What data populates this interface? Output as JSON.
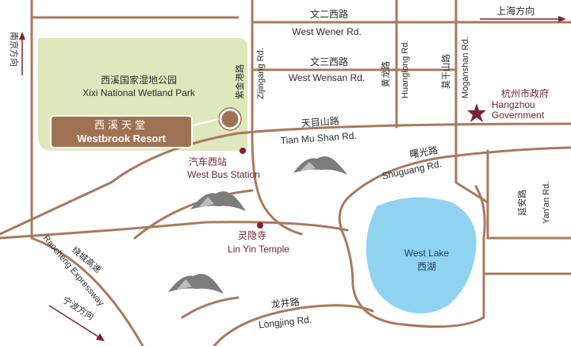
{
  "colors": {
    "road": "#a9795c",
    "park": "#dfe8bd",
    "lake": "#8fd3f1",
    "marker": "#7b2337",
    "resort_box": "#a07254"
  },
  "park": {
    "cn": "西溪国家湿地公园",
    "en": "Xixi National Wetland Park"
  },
  "resort": {
    "cn": "西溪天堂",
    "en": "Westbrook Resort"
  },
  "roads": {
    "wener_cn": "文二西路",
    "wener_en": "West Wener Rd.",
    "wensan_cn": "文三西路",
    "wensan_en": "West Wensan Rd.",
    "tianmushan_cn": "天目山路",
    "tianmushan_en": "Tian Mu Shan Rd.",
    "zijingang_cn": "紫金港路",
    "zijingang_en": "Zijingang Rd.",
    "huanglong_cn": "黄龙路",
    "huanglong_en": "Huanglong Rd.",
    "moganshan_cn": "莫干山路",
    "moganshan_en": "Moganshan Rd.",
    "shuguang_cn": "曙光路",
    "shuguang_en": "Shuguang Rd.",
    "yanan_cn": "延安路",
    "yanan_en": "Yan'an Rd.",
    "longjing_cn": "龙井路",
    "longjing_en": "Longjing Rd.",
    "raocheng_cn": "绕城高速",
    "raocheng_en": "Raocheng Expressway"
  },
  "directions": {
    "nanjing": "南京方向",
    "shanghai": "上海方向",
    "ningbo": "宁波方向"
  },
  "pois": {
    "government_cn": "杭州市政府",
    "government_en1": "Hangzhou",
    "government_en2": "Government",
    "bus_station_cn": "汽车西站",
    "bus_station_en": "West Bus Station",
    "temple_cn": "灵隐寺",
    "temple_en": "Lin Yin Temple"
  },
  "lake": {
    "en": "West Lake",
    "cn": "西湖"
  },
  "icons": [
    "star-icon",
    "arrow-icon",
    "mountain-icon",
    "poi-dot-icon"
  ]
}
